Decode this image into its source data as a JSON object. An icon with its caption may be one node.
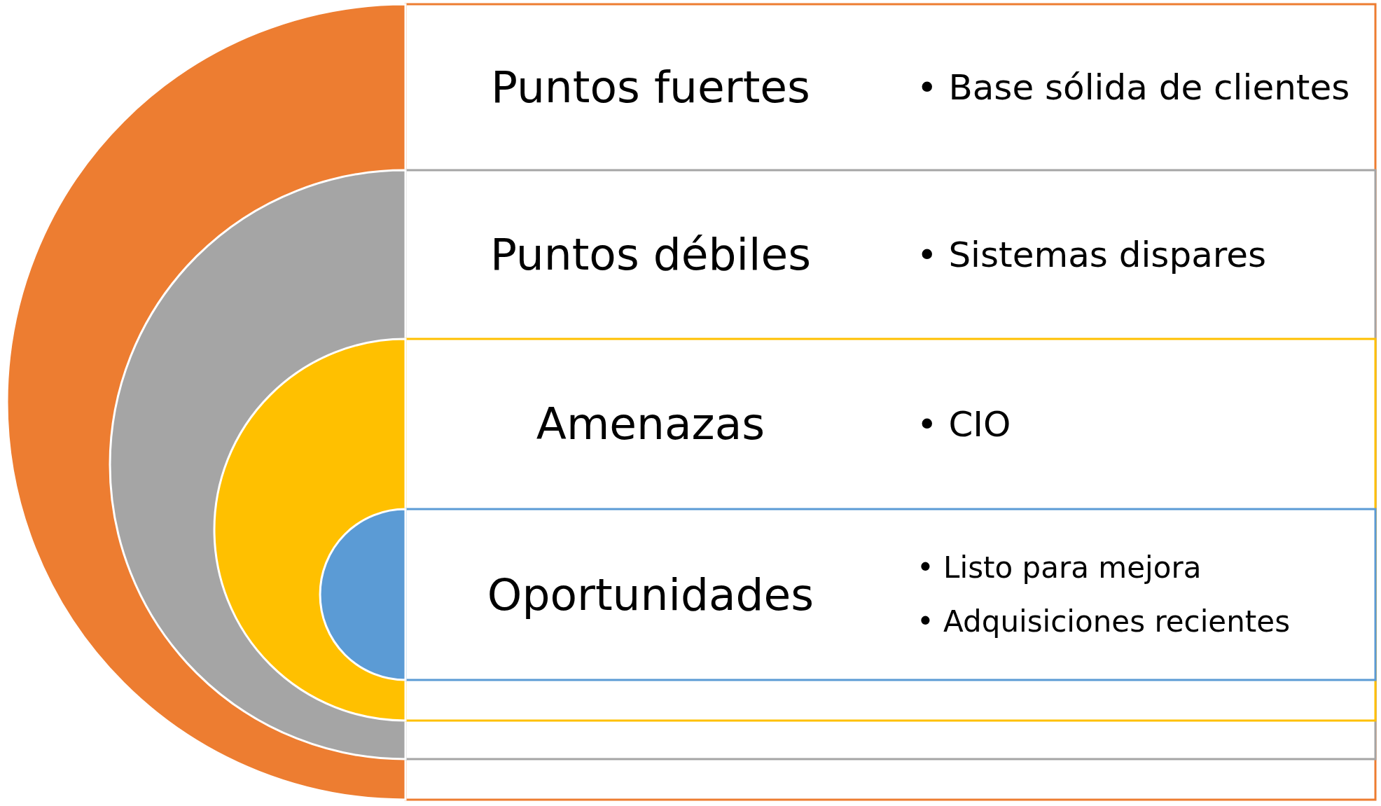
{
  "diagram": {
    "nodes": [
      {
        "text": [
          "Puntos fuertes",
          "• Base sólida de clientes"
        ]
      },
      {
        "text": [
          "Puntos débiles",
          "• Sistemas dispares"
        ],
        "in": 0
      },
      {
        "text": [
          "Amenazas",
          "• CIO"
        ],
        "in": 1
      },
      {
        "text": [
          "Oportunidades",
          "• Listo para mejora",
          "• Adquisiciones recientes"
        ],
        "in": 2
      }
    ]
  }
}
